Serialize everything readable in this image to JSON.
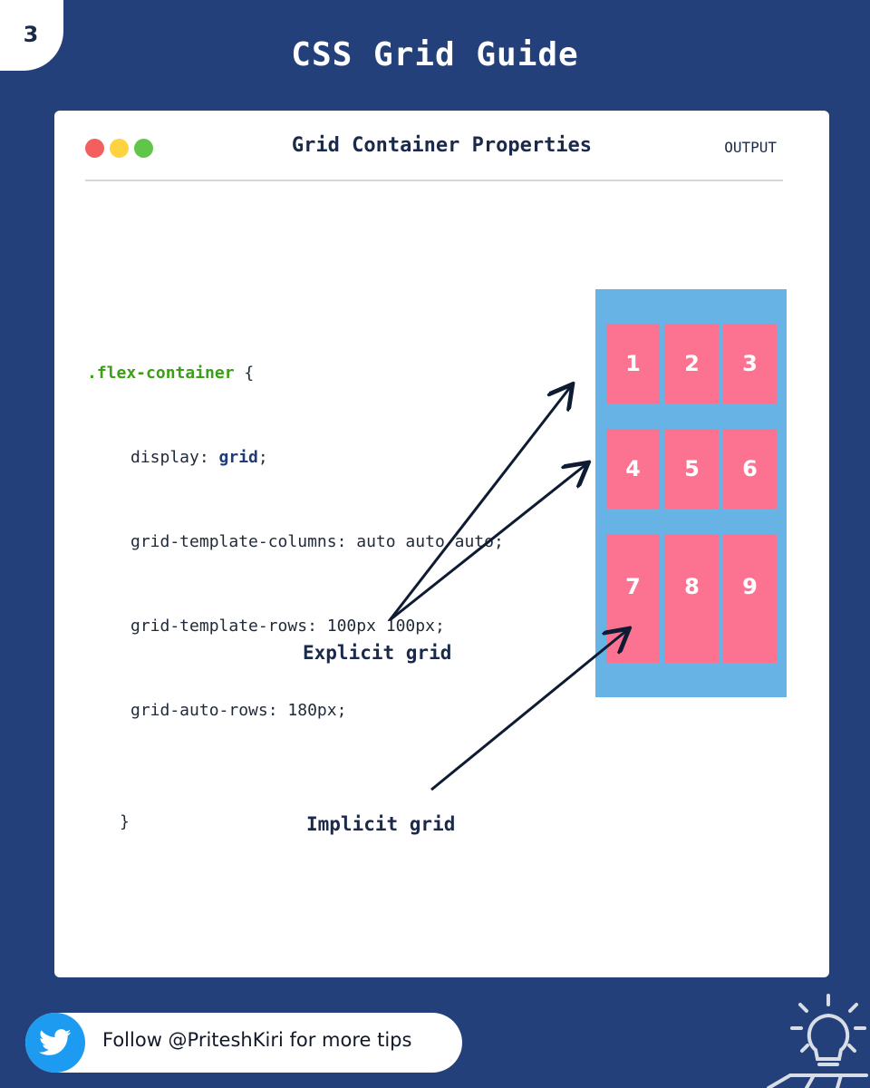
{
  "page_number": "3",
  "title": "CSS Grid Guide",
  "card": {
    "header_title": "Grid Container Properties",
    "output_tab": "OUTPUT",
    "window_dots": [
      "#f25f5c",
      "#ffd23f",
      "#5fc64a"
    ]
  },
  "code": {
    "selector": ".flex-container",
    "open_brace": " {",
    "props": [
      {
        "name": "display: ",
        "value": "grid",
        "end": ";"
      },
      {
        "text": "grid-template-columns: auto auto auto;"
      },
      {
        "text": "grid-template-rows: 100px 100px;"
      },
      {
        "text": "grid-auto-rows: 180px;"
      }
    ],
    "close_brace": "}"
  },
  "grid_output": {
    "cells": [
      "1",
      "2",
      "3",
      "4",
      "5",
      "6",
      "7",
      "8",
      "9"
    ]
  },
  "annotations": {
    "explicit": "Explicit grid",
    "implicit": "Implicit grid"
  },
  "footer": {
    "follow_text": "Follow @PriteshKiri for more tips"
  },
  "colors": {
    "background": "#24407a",
    "cell": "#fb7391",
    "grid_bg": "#67b3e6",
    "selector": "#3aa014",
    "keyword": "#1d3a7a",
    "twitter": "#1d9bf0"
  },
  "icons": [
    "twitter-icon",
    "lightbulb-icon"
  ]
}
